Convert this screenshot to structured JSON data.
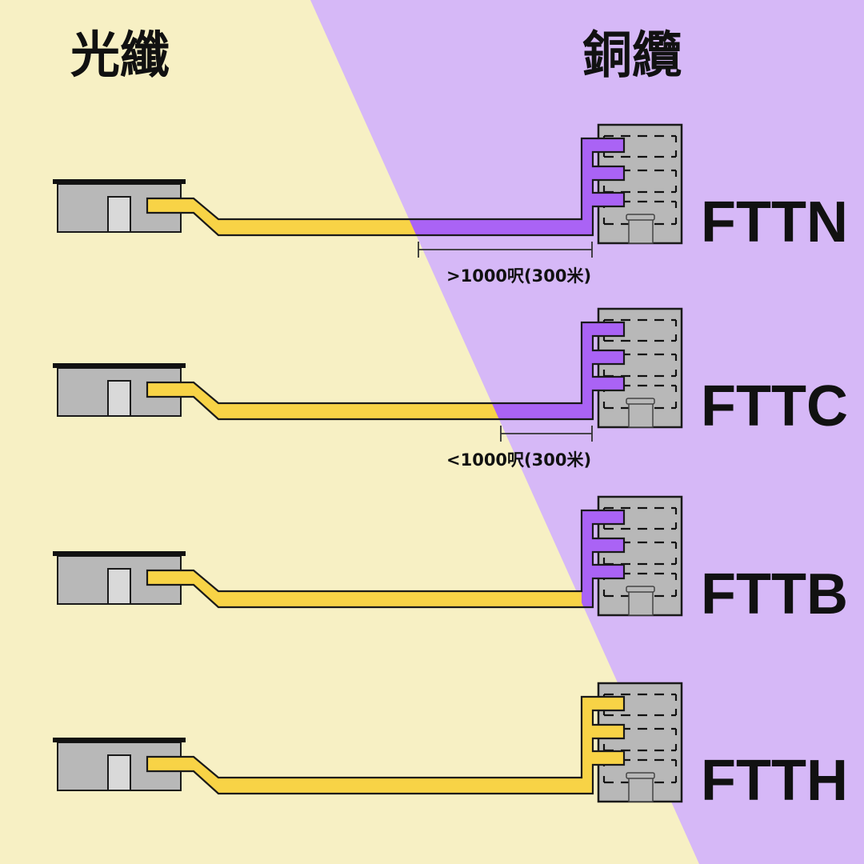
{
  "colors": {
    "fiber_bg": "#f7f0c4",
    "copper_bg": "#d6b8f7",
    "fiber": "#f8d346",
    "copper": "#aa63f5",
    "building": "#b8b8b8",
    "door": "#d9d9d9",
    "outline": "#1a1a1a"
  },
  "headings": {
    "fiber": "光纖",
    "copper": "銅纜"
  },
  "rows": [
    {
      "id": "fttn",
      "label": "FTTN",
      "copper_start_fraction": 0.0,
      "distance_label": ">1000呎(300米)",
      "building_wiring": "copper"
    },
    {
      "id": "fttc",
      "label": "FTTC",
      "copper_start_fraction": 0.0,
      "distance_label": "<1000呎(300米)",
      "building_wiring": "copper"
    },
    {
      "id": "fttb",
      "label": "FTTB",
      "copper_start_fraction": 0.0,
      "distance_label": "",
      "building_wiring": "copper"
    },
    {
      "id": "ftth",
      "label": "FTTH",
      "copper_start_fraction": 0.0,
      "distance_label": "",
      "building_wiring": "fiber"
    }
  ]
}
